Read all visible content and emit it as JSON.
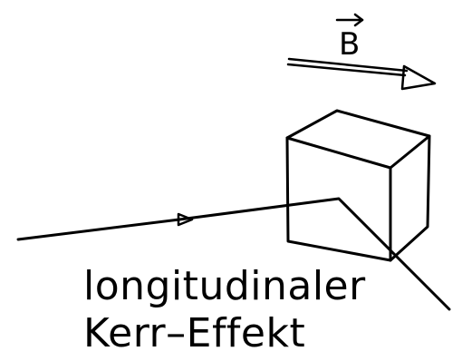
{
  "diagram": {
    "field_label": "B",
    "caption_line1": "longitudinaler",
    "caption_line2": "Kerr–Effekt",
    "line_color": "#000000",
    "background_color": "#ffffff",
    "icons": {
      "field_arrow": "arrow-right-icon",
      "vector_mark": "vector-arrow-icon",
      "ray_direction": "triangle-arrow-icon",
      "sample": "cube-icon"
    }
  }
}
